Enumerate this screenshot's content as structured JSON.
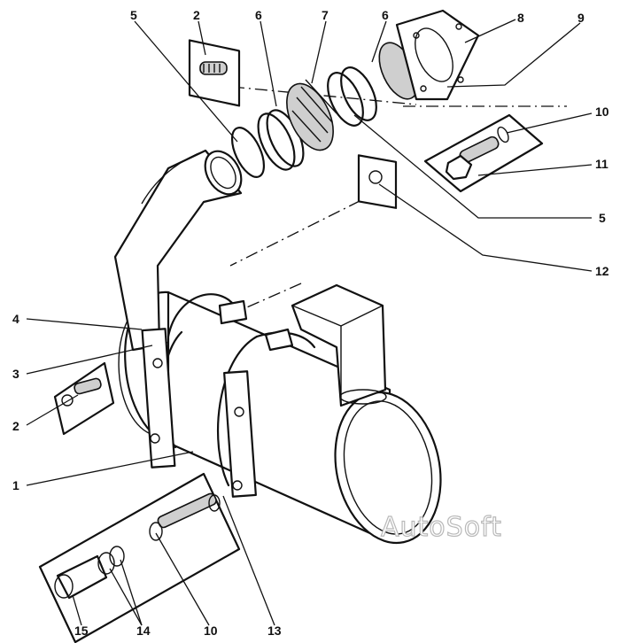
{
  "figure": {
    "labels": [
      {
        "id": "callout-5-top",
        "text": "5"
      },
      {
        "id": "callout-2-top",
        "text": "2"
      },
      {
        "id": "callout-6-left",
        "text": "6"
      },
      {
        "id": "callout-7",
        "text": "7"
      },
      {
        "id": "callout-6-right",
        "text": "6"
      },
      {
        "id": "callout-8",
        "text": "8"
      },
      {
        "id": "callout-9",
        "text": "9"
      },
      {
        "id": "callout-10-right",
        "text": "10"
      },
      {
        "id": "callout-11",
        "text": "11"
      },
      {
        "id": "callout-5-right",
        "text": "5"
      },
      {
        "id": "callout-12",
        "text": "12"
      },
      {
        "id": "callout-4",
        "text": "4"
      },
      {
        "id": "callout-3",
        "text": "3"
      },
      {
        "id": "callout-2-left",
        "text": "2"
      },
      {
        "id": "callout-1",
        "text": "1"
      },
      {
        "id": "callout-15",
        "text": "15"
      },
      {
        "id": "callout-14",
        "text": "14"
      },
      {
        "id": "callout-10-bottom",
        "text": "10"
      },
      {
        "id": "callout-13",
        "text": "13"
      }
    ],
    "watermark": "AutoSoft"
  },
  "colors": {
    "ink": "#111111",
    "background": "#ffffff",
    "watermark": "#b9b9b9"
  }
}
